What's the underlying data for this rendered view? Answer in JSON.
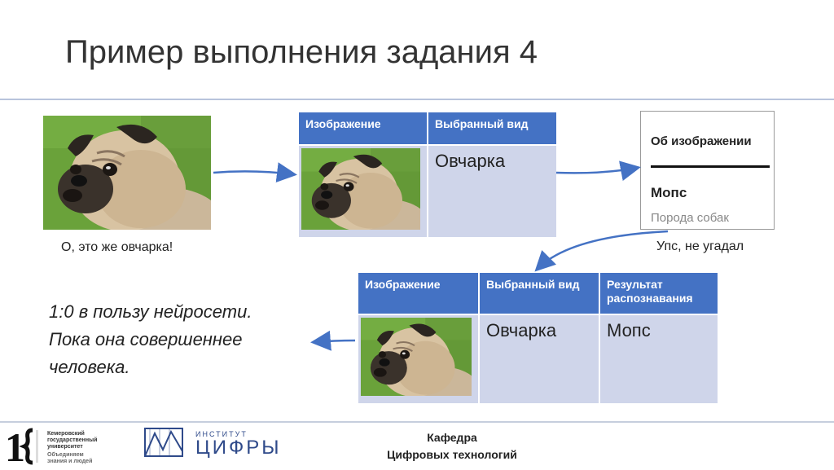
{
  "slide": {
    "title": "Пример выполнения задания 4"
  },
  "step1": {
    "caption": "О, это же овчарка!"
  },
  "table1": {
    "headers": [
      "Изображение",
      "Выбранный вид"
    ],
    "row": {
      "species": "Овчарка"
    }
  },
  "search_card": {
    "title": "Об изображении",
    "name": "Мопс",
    "subtitle": "Порода собак",
    "caption": "Упс, не угадал"
  },
  "table2": {
    "headers": [
      "Изображение",
      "Выбранный вид",
      "Результат распознавания"
    ],
    "row": {
      "species": "Овчарка",
      "result": "Мопс"
    }
  },
  "conclusion": {
    "lines": [
      "1:0 в пользу нейросети.",
      "Пока она совершеннее",
      "человека."
    ]
  },
  "footer": {
    "ksu_logo_lines": [
      "Кемеровский",
      "государственный",
      "университет",
      "Объединяем",
      "знания и людей"
    ],
    "institute_top": "ИНСТИТУТ",
    "institute_main": "ЦИФРЫ",
    "department_line1": "Кафедра",
    "department_line2": "Цифровых технологий"
  },
  "colors": {
    "header_blue": "#4472c4",
    "cell_lavender": "#cfd5ea",
    "arrow_blue": "#4472c4",
    "logo_navy": "#2f4a8a"
  }
}
